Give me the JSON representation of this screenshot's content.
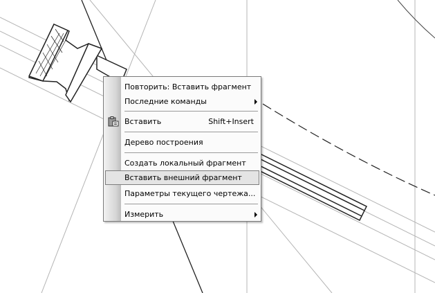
{
  "context_menu": {
    "items": [
      {
        "label": "Повторить: Вставить фрагмент"
      },
      {
        "label": "Последние команды",
        "submenu": true
      },
      {
        "label": "Вставить",
        "shortcut": "Shift+Insert",
        "icon": "paste-icon"
      },
      {
        "label": "Дерево построения"
      },
      {
        "label": "Создать локальный фрагмент"
      },
      {
        "label": "Вставить внешний фрагмент",
        "highlighted": true
      },
      {
        "label": "Параметры текущего чертежа..."
      },
      {
        "label": "Измерить",
        "submenu": true
      }
    ]
  }
}
